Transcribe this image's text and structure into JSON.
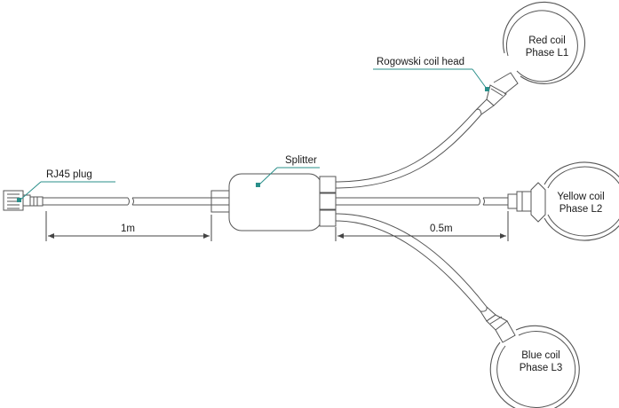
{
  "labels": {
    "rj45": "RJ45 plug",
    "splitter": "Splitter",
    "rogowski_head": "Rogowski coil head",
    "red_coil": [
      "Red coil",
      "Phase L1"
    ],
    "yellow_coil": [
      "Yellow coil",
      "Phase L2"
    ],
    "blue_coil": [
      "Blue coil",
      "Phase L3"
    ],
    "dim_main": "1m",
    "dim_branch": "0.5m"
  },
  "colors": {
    "stroke": "#555555",
    "leader": "#2a8f8a",
    "text": "#1a1a1a"
  }
}
